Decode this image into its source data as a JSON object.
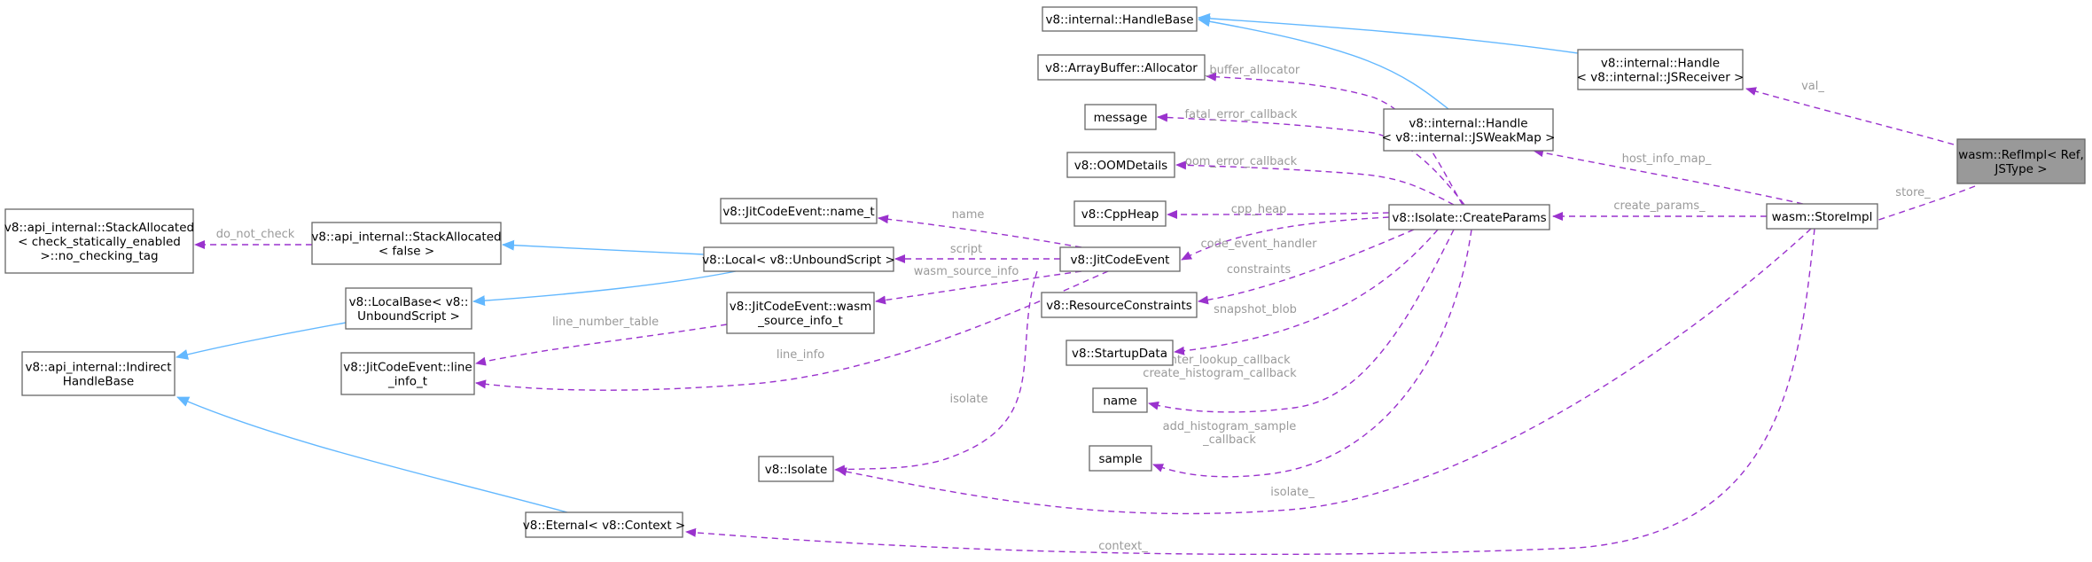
{
  "nodes": [
    {
      "id": "refimpl",
      "lines": [
        "wasm::RefImpl< Ref,",
        "JSType >"
      ],
      "highlight": true
    },
    {
      "id": "storeimpl",
      "lines": [
        "wasm::StoreImpl"
      ]
    },
    {
      "id": "handle_jsreceiver",
      "lines": [
        "v8::internal::Handle",
        "< v8::internal::JSReceiver >"
      ]
    },
    {
      "id": "handlebase",
      "lines": [
        "v8::internal::HandleBase"
      ]
    },
    {
      "id": "handle_jsweakmap",
      "lines": [
        "v8::internal::Handle",
        "< v8::internal::JSWeakMap >"
      ]
    },
    {
      "id": "createparams",
      "lines": [
        "v8::Isolate::CreateParams"
      ]
    },
    {
      "id": "arraybuffer_allocator",
      "lines": [
        "v8::ArrayBuffer::Allocator"
      ]
    },
    {
      "id": "message",
      "lines": [
        "message"
      ]
    },
    {
      "id": "oomdetails",
      "lines": [
        "v8::OOMDetails"
      ]
    },
    {
      "id": "cppheap",
      "lines": [
        "v8::CppHeap"
      ]
    },
    {
      "id": "jitcodeevent",
      "lines": [
        "v8::JitCodeEvent"
      ]
    },
    {
      "id": "resourceconstraints",
      "lines": [
        "v8::ResourceConstraints"
      ]
    },
    {
      "id": "startupdata",
      "lines": [
        "v8::StartupData"
      ]
    },
    {
      "id": "name",
      "lines": [
        "name"
      ]
    },
    {
      "id": "sample",
      "lines": [
        "sample"
      ]
    },
    {
      "id": "jit_name_t",
      "lines": [
        "v8::JitCodeEvent::name_t"
      ]
    },
    {
      "id": "local_unboundscript",
      "lines": [
        "v8::Local< v8::UnboundScript >"
      ]
    },
    {
      "id": "wasm_source_info_t",
      "lines": [
        "v8::JitCodeEvent::wasm",
        "_source_info_t"
      ]
    },
    {
      "id": "line_info_t",
      "lines": [
        "v8::JitCodeEvent::line",
        "_info_t"
      ]
    },
    {
      "id": "isolate",
      "lines": [
        "v8::Isolate"
      ]
    },
    {
      "id": "eternal_context",
      "lines": [
        "v8::Eternal< v8::Context >"
      ]
    },
    {
      "id": "stackallocated_false",
      "lines": [
        "v8::api_internal::StackAllocated",
        "< false >"
      ]
    },
    {
      "id": "stackallocated_tag",
      "lines": [
        "v8::api_internal::StackAllocated",
        "< check_statically_enabled",
        ">::no_checking_tag"
      ]
    },
    {
      "id": "localbase",
      "lines": [
        "v8::LocalBase< v8::",
        "UnboundScript >"
      ]
    },
    {
      "id": "indirecthandlebase",
      "lines": [
        "v8::api_internal::Indirect",
        "HandleBase"
      ]
    }
  ],
  "edges": [
    {
      "id": "e_val",
      "from": "handle_jsreceiver",
      "to": "refimpl",
      "kind": "usage",
      "label": "val_"
    },
    {
      "id": "e_store",
      "from": "storeimpl",
      "to": "refimpl",
      "kind": "usage",
      "label": "store_"
    },
    {
      "id": "e_host_info_map",
      "from": "handle_jsweakmap",
      "to": "storeimpl",
      "kind": "usage",
      "label": "host_info_map_"
    },
    {
      "id": "e_create_params",
      "from": "createparams",
      "to": "storeimpl",
      "kind": "usage",
      "label": "create_params_"
    },
    {
      "id": "e_isolate_store",
      "from": "isolate",
      "to": "storeimpl",
      "kind": "usage",
      "label": "isolate_"
    },
    {
      "id": "e_context",
      "from": "eternal_context",
      "to": "storeimpl",
      "kind": "usage",
      "label": "context_"
    },
    {
      "id": "e_hb_jsreceiver",
      "from": "handlebase",
      "to": "handle_jsreceiver",
      "kind": "inherit",
      "label": ""
    },
    {
      "id": "e_hb_jsweakmap",
      "from": "handlebase",
      "to": "handle_jsweakmap",
      "kind": "inherit",
      "label": ""
    },
    {
      "id": "e_array_buffer_allocator",
      "from": "arraybuffer_allocator",
      "to": "createparams",
      "kind": "usage",
      "label": "array_buffer_allocator"
    },
    {
      "id": "e_fatal_error_callback",
      "from": "message",
      "to": "createparams",
      "kind": "usage",
      "label": "fatal_error_callback"
    },
    {
      "id": "e_oom_error_callback",
      "from": "oomdetails",
      "to": "createparams",
      "kind": "usage",
      "label": "oom_error_callback"
    },
    {
      "id": "e_cpp_heap",
      "from": "cppheap",
      "to": "createparams",
      "kind": "usage",
      "label": "cpp_heap"
    },
    {
      "id": "e_code_event_handler",
      "from": "jitcodeevent",
      "to": "createparams",
      "kind": "usage",
      "label": "code_event_handler"
    },
    {
      "id": "e_constraints",
      "from": "resourceconstraints",
      "to": "createparams",
      "kind": "usage",
      "label": "constraints"
    },
    {
      "id": "e_snapshot_blob",
      "from": "startupdata",
      "to": "createparams",
      "kind": "usage",
      "label": "snapshot_blob"
    },
    {
      "id": "e_histogram",
      "from": "name",
      "to": "createparams",
      "kind": "usage",
      "label": "counter_lookup_callback\ncreate_histogram_callback"
    },
    {
      "id": "e_add_histogram_sample",
      "from": "sample",
      "to": "createparams",
      "kind": "usage",
      "label": "add_histogram_sample\n_callback"
    },
    {
      "id": "e_name",
      "from": "jit_name_t",
      "to": "jitcodeevent",
      "kind": "usage",
      "label": "name"
    },
    {
      "id": "e_script",
      "from": "local_unboundscript",
      "to": "jitcodeevent",
      "kind": "usage",
      "label": "script"
    },
    {
      "id": "e_wasm_source_info",
      "from": "wasm_source_info_t",
      "to": "jitcodeevent",
      "kind": "usage",
      "label": "wasm_source_info"
    },
    {
      "id": "e_line_info",
      "from": "line_info_t",
      "to": "jitcodeevent",
      "kind": "usage",
      "label": "line_info"
    },
    {
      "id": "e_isolate_jit",
      "from": "isolate",
      "to": "jitcodeevent",
      "kind": "usage",
      "label": "isolate"
    },
    {
      "id": "e_line_number_table",
      "from": "line_info_t",
      "to": "wasm_source_info_t",
      "kind": "usage",
      "label": "line_number_table"
    },
    {
      "id": "e_sa_local",
      "from": "stackallocated_false",
      "to": "local_unboundscript",
      "kind": "inherit",
      "label": ""
    },
    {
      "id": "e_lb_local",
      "from": "localbase",
      "to": "local_unboundscript",
      "kind": "inherit",
      "label": ""
    },
    {
      "id": "e_do_not_check",
      "from": "stackallocated_tag",
      "to": "stackallocated_false",
      "kind": "usage",
      "label": "do_not_check"
    },
    {
      "id": "e_ihb_localbase",
      "from": "indirecthandlebase",
      "to": "localbase",
      "kind": "inherit",
      "label": ""
    },
    {
      "id": "e_ihb_eternal",
      "from": "indirecthandlebase",
      "to": "eternal_context",
      "kind": "inherit",
      "label": ""
    }
  ],
  "colors": {
    "inheritance_edge": "#63b8ff",
    "usage_edge": "#9a32cd",
    "edge_label": "#9a9a9a",
    "node_border": "#666666",
    "highlight_fill": "#999999"
  }
}
